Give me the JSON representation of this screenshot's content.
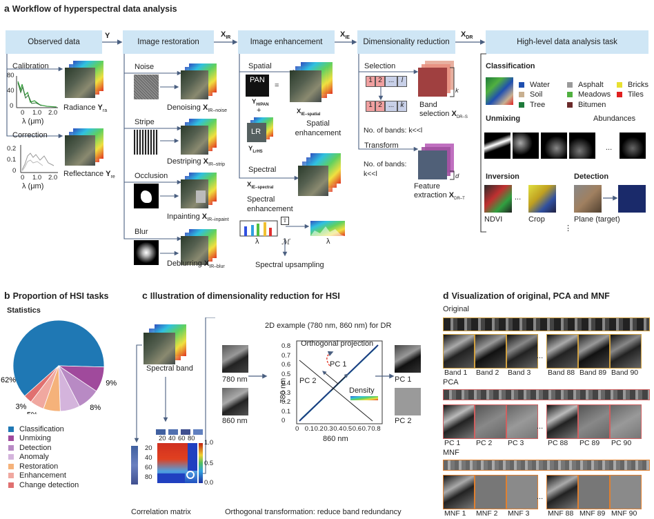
{
  "panel_a": {
    "title_letter": "a",
    "title": "Workflow of hyperspectral data analysis",
    "headers": {
      "observed": "Observed data",
      "restoration": "Image restoration",
      "enhancement": "Image enhancement",
      "dimred": "Dimensionality reduction",
      "highlevel": "High-level data analysis task"
    },
    "arrow_labels": {
      "y": "Y",
      "xir": "X",
      "xir_sub": "IR",
      "xie": "X",
      "xie_sub": "IE",
      "xdr": "X",
      "xdr_sub": "DR"
    },
    "observed": {
      "calibration": "Calibration",
      "radiance": "Radiance",
      "radiance_var": "Y",
      "radiance_sub": "ra",
      "correction": "Correction",
      "reflectance": "Reflectance",
      "reflectance_var": "Y",
      "reflectance_sub": "re",
      "cal_yticks": [
        "80",
        "40",
        "0"
      ],
      "cor_yticks": [
        "0.2",
        "0.1",
        "0"
      ],
      "xticks": [
        "0",
        "1.0",
        "2.0"
      ],
      "xlabel": "λ (μm)"
    },
    "restoration": {
      "noise": "Noise",
      "denoising": "Denoising",
      "denoising_sub": "IR–noise",
      "stripe": "Stripe",
      "destriping": "Destriping",
      "destriping_sub": "IR–strip",
      "occlusion": "Occlusion",
      "inpainting": "Inpainting",
      "inpainting_sub": "IR–inpaint",
      "blur": "Blur",
      "deblurring": "Deblurring",
      "deblurring_sub": "IR–blur",
      "var": "X"
    },
    "enhancement": {
      "spatial": "Spatial",
      "pan": "PAN",
      "ypan": "Y",
      "ypan_sub": "H/PAN",
      "plus": "+",
      "lr": "LR",
      "ylr": "Y",
      "ylr_sub": "LrHS",
      "equals": "=",
      "xie_spatial": "X",
      "xie_spatial_sub": "IE–spatial",
      "spatial_enh": "Spatial enhancement",
      "spectral": "Spectral",
      "xie_spectral": "X",
      "xie_spectral_sub": "IE–spectral",
      "spectral_enh": "Spectral enhancement",
      "lambda": "λ",
      "M": "ℳ",
      "upsampling": "Spectral upsampling"
    },
    "dimred": {
      "selection": "Selection",
      "cells_top": [
        "1",
        "2",
        "...",
        "l"
      ],
      "cells_bottom": [
        "1",
        "2",
        "...",
        "k"
      ],
      "k": "k",
      "band_selection": "Band selection",
      "xdrs": "X",
      "xdrs_sub": "DR–S",
      "nbands1": "No. of bands: k<<l",
      "transform": "Transform",
      "nbands2a": "No. of bands:",
      "nbands2b": "k<<l",
      "d": "d",
      "feature_extraction": "Feature extraction",
      "xdrt": "X",
      "xdrt_sub": "DR–T"
    },
    "highlevel": {
      "classification": "Classification",
      "classes": [
        {
          "name": "Water",
          "color": "#1f4fb0"
        },
        {
          "name": "Asphalt",
          "color": "#9a9a9a"
        },
        {
          "name": "Bricks",
          "color": "#e8e030"
        },
        {
          "name": "Soil",
          "color": "#c8b090"
        },
        {
          "name": "Meadows",
          "color": "#50b040"
        },
        {
          "name": "Tiles",
          "color": "#e02020"
        },
        {
          "name": "Tree",
          "color": "#1e7a3a"
        },
        {
          "name": "Bitumen",
          "color": "#6a2a2a"
        }
      ],
      "unmixing": "Unmixing",
      "abundances": "Abundances",
      "ellipsis": "...",
      "inversion": "Inversion",
      "detection": "Detection",
      "ndvi": "NDVI",
      "crop": "Crop",
      "plane": "Plane (target)",
      "vdots": "⋮"
    }
  },
  "panel_b": {
    "title_letter": "b",
    "title": "Proportion of HSI tasks",
    "statistics": "Statistics",
    "chart_data": {
      "type": "pie",
      "labels": [
        "Classification",
        "Unmixing",
        "Detection",
        "Anomaly",
        "Restoration",
        "Enhancement",
        "Change detection"
      ],
      "values": [
        62,
        9,
        8,
        7,
        6,
        5,
        3
      ],
      "colors": [
        "#1f78b4",
        "#a04a9c",
        "#b88ac4",
        "#d4b4dc",
        "#f5b27a",
        "#f0a8a0",
        "#e07070"
      ],
      "value_labels": [
        "62%",
        "9%",
        "8%",
        "7%",
        "6%",
        "5%",
        "3%"
      ]
    }
  },
  "panel_c": {
    "title_letter": "c",
    "title": "Illustration of dimensionality reduction for HSI",
    "spectral_band": "Spectral band",
    "corr_xticks": [
      "20",
      "40",
      "60",
      "80"
    ],
    "corr_yticks": [
      "20",
      "40",
      "60",
      "80"
    ],
    "cbar_ticks": [
      "1.0",
      "0.5",
      "0.0"
    ],
    "corr_label": "Correlation matrix",
    "example_title": "2D example (780 nm, 860 nm) for DR",
    "nm780": "780 nm",
    "nm860": "860 nm",
    "ortho": "Orthogonal projection",
    "pc1": "PC 1",
    "pc2": "PC 2",
    "density": "Density",
    "ylabel": "780 nm",
    "xlabel": "860 nm",
    "yticks": [
      "0.8",
      "0.7",
      "0.6",
      "0.5",
      "0.4",
      "0.3",
      "0.2",
      "0.1",
      "0"
    ],
    "xticks": [
      "0",
      "0.1",
      "0.2",
      "0.3",
      "0.4",
      "0.5",
      "0.6",
      "0.7",
      "0.8"
    ],
    "out_pc1": "PC 1",
    "out_pc2": "PC 2",
    "bottom": "Orthogonal transformation: reduce band redundancy"
  },
  "panel_d": {
    "title_letter": "d",
    "title": "Visualization of original, PCA and MNF",
    "original": "Original",
    "pca": "PCA",
    "mnf": "MNF",
    "original_labels": [
      "Band 1",
      "Band 2",
      "Band 3",
      "Band 88",
      "Band 89",
      "Band 90"
    ],
    "pca_labels": [
      "PC 1",
      "PC 2",
      "PC 3",
      "PC 88",
      "PC 89",
      "PC 90"
    ],
    "mnf_labels": [
      "MNF 1",
      "MNF 2",
      "MNF 3",
      "MNF 88",
      "MNF 89",
      "MNF 90"
    ],
    "ellipsis": "..."
  }
}
